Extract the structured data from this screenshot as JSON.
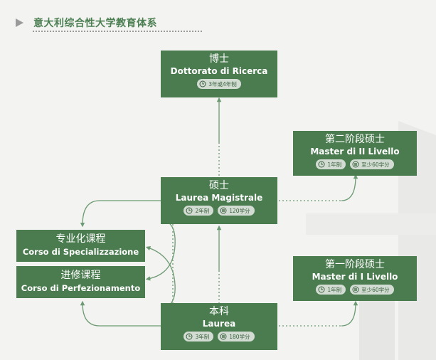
{
  "header": {
    "title": "意大利综合性大学教育体系"
  },
  "nodes": {
    "dottorato": {
      "zh": "博士",
      "it": "Dottorato di Ricerca",
      "badges": [
        "3年或4年制"
      ]
    },
    "master2": {
      "zh": "第二阶段硕士",
      "it": "Master di II Livello",
      "badges": [
        "1年制",
        "至少60学分"
      ]
    },
    "magistrale": {
      "zh": "硕士",
      "it": "Laurea Magistrale",
      "badges": [
        "2年制",
        "120学分"
      ]
    },
    "specializzazione": {
      "zh": "专业化课程",
      "it": "Corso di Specializzazione"
    },
    "perfezionamento": {
      "zh": "进修课程",
      "it": "Corso di Perfezionamento"
    },
    "master1": {
      "zh": "第一阶段硕士",
      "it": "Master di I Livello",
      "badges": [
        "1年制",
        "至少60学分"
      ]
    },
    "laurea": {
      "zh": "本科",
      "it": "Laurea",
      "badges": [
        "3年制",
        "180学分"
      ]
    }
  },
  "colors": {
    "box": "#4a7c4f",
    "badge": "#d3dcd3",
    "line": "#6c9a72",
    "title": "#4b7f52"
  }
}
